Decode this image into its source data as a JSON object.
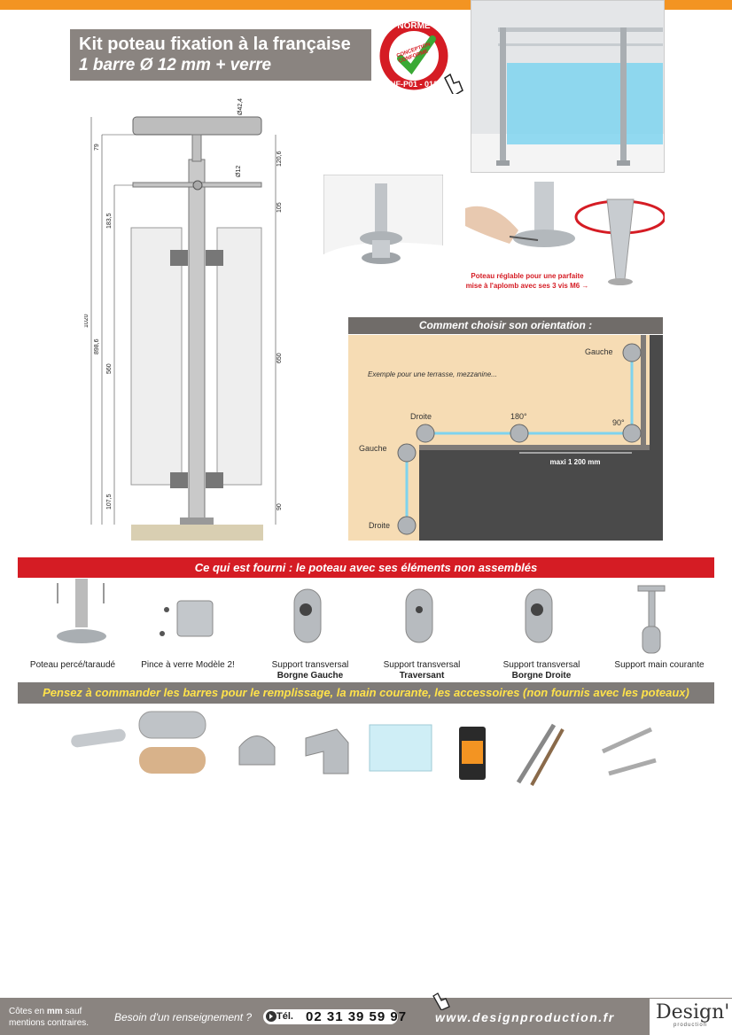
{
  "title": {
    "line1": "Kit poteau fixation à la française",
    "line2": "1 barre Ø 12 mm + verre"
  },
  "badge": {
    "top": "NORME",
    "mid1": "CONCEPTION",
    "mid2": "CONFORME",
    "bottom": "NF-P01 - 012"
  },
  "drawing": {
    "dims": [
      "Ø42,4",
      "79",
      "120,6",
      "Ø12",
      "183,5",
      "105",
      "1020",
      "898,6",
      "560",
      "650",
      "107,5",
      "90"
    ]
  },
  "adjust_caption": {
    "line1": "Poteau réglable pour une parfaite",
    "line2": "mise à l'aplomb avec ses 3 vis M6 →"
  },
  "orientation": {
    "header": "Comment choisir son orientation :",
    "example": "Exemple pour une terrasse, mezzanine...",
    "labels": {
      "gauche_top": "Gauche",
      "droite_mid": "Droite",
      "deg180": "180°",
      "deg90": "90°",
      "gauche_left": "Gauche",
      "droite_bottom": "Droite"
    },
    "maxi": "maxi 1 200 mm"
  },
  "supplied": {
    "header": "Ce qui est fourni : le poteau avec ses éléments non assemblés",
    "items": [
      {
        "line1": "Poteau percé/taraudé",
        "line2": ""
      },
      {
        "line1": "Pince à verre Modèle 2!",
        "line2": ""
      },
      {
        "line1": "Support transversal",
        "line2": "Borgne Gauche"
      },
      {
        "line1": "Support transversal",
        "line2": "Traversant"
      },
      {
        "line1": "Support transversal",
        "line2": "Borgne Droite"
      },
      {
        "line1": "Support main courante",
        "line2": ""
      }
    ]
  },
  "accessories": {
    "header": "Pensez à commander les barres pour le remplissage, la main courante, les accessoires (non fournis avec les poteaux)"
  },
  "footer": {
    "note_line1_a": "Côtes en ",
    "note_line1_b": "mm",
    "note_line1_c": " sauf",
    "note_line2": "mentions contraires.",
    "question": "Besoin d'un renseignement ?",
    "tel_label": "Tél.",
    "tel": "02 31 39 59 97",
    "web": "www.designproduction.fr",
    "logo": "Design'",
    "logo_sub": "production"
  },
  "colors": {
    "orange": "#f39422",
    "red": "#d51c24",
    "grey": "#8a8480",
    "yellow_text": "#ffe24a",
    "glass_blue": "#7fd3ee",
    "terrace_beige": "#f6dcb4"
  }
}
